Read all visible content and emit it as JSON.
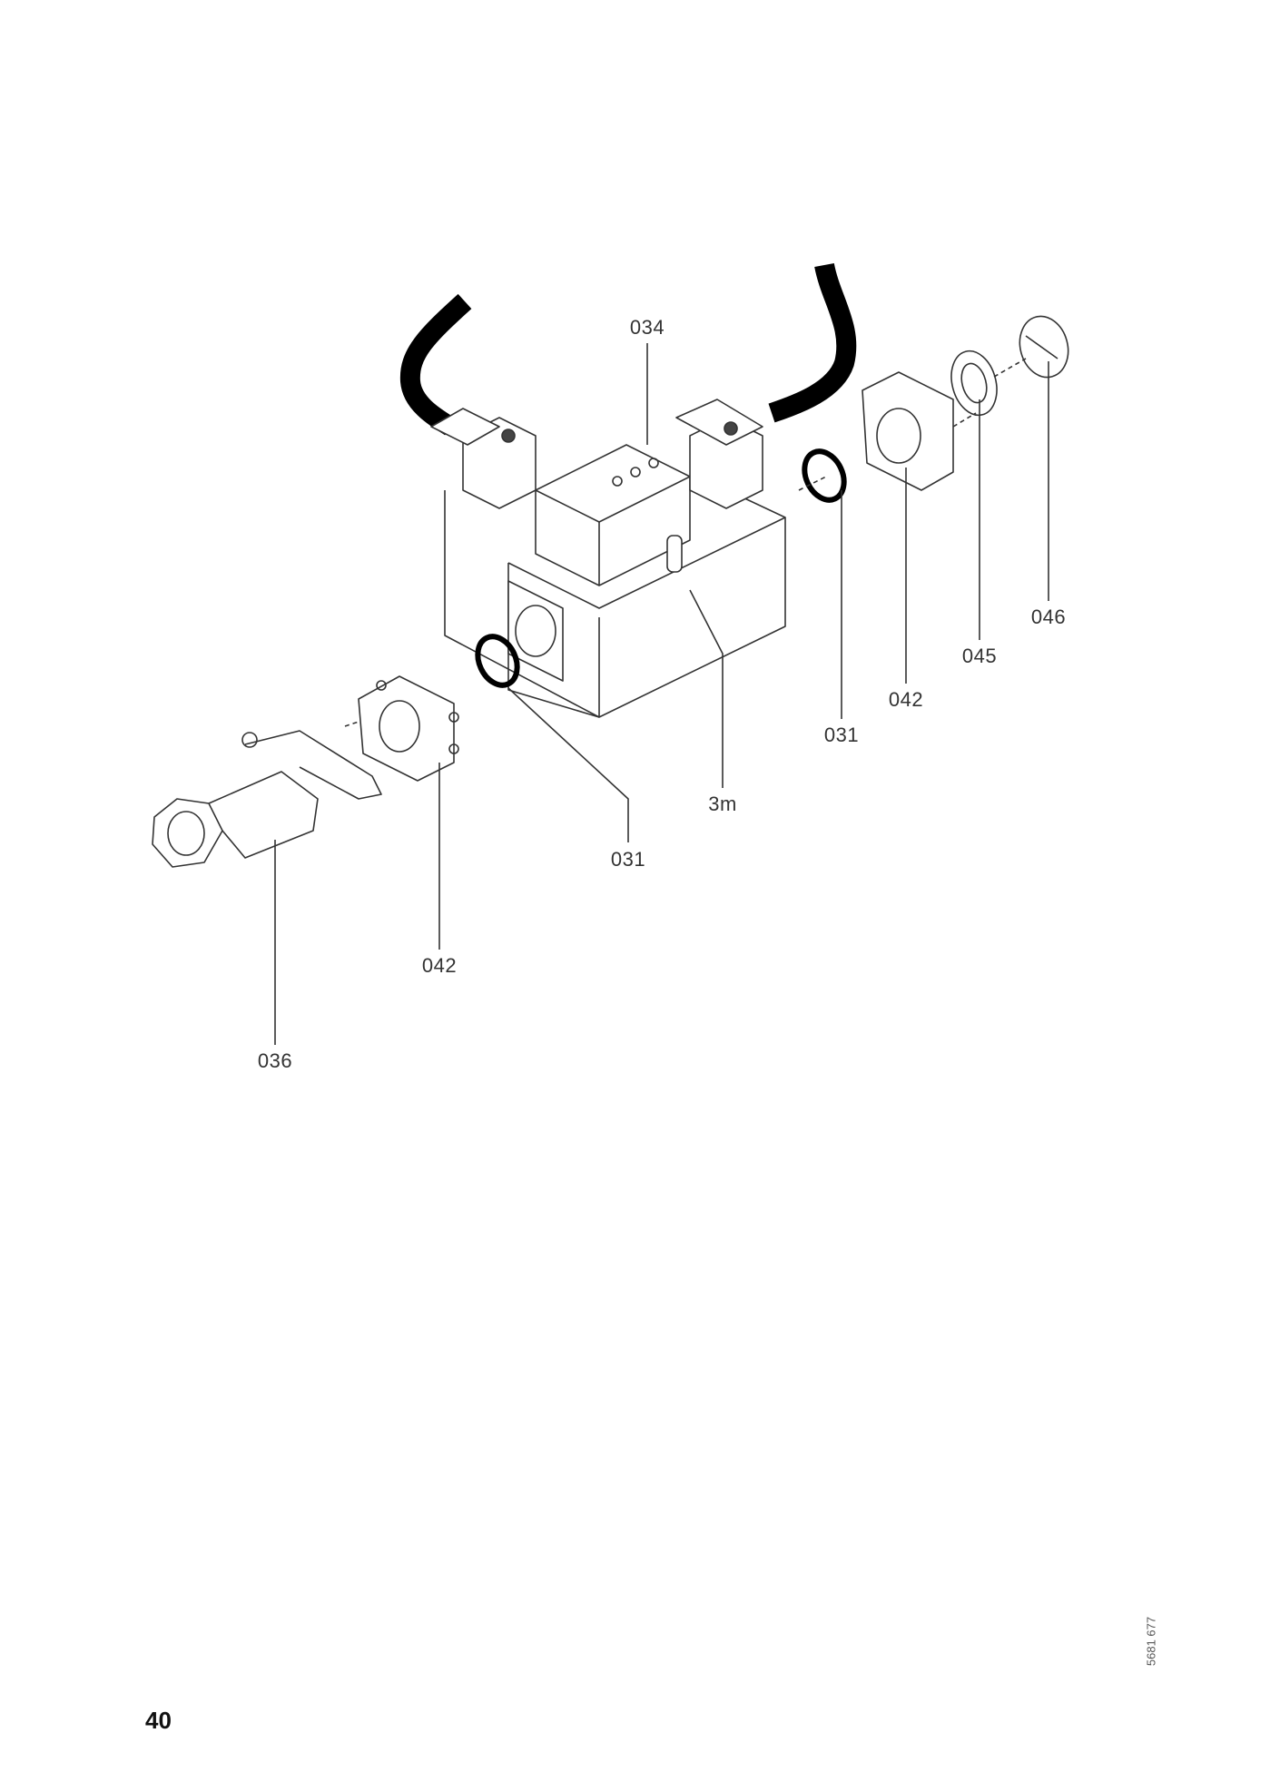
{
  "diagram": {
    "callouts": [
      {
        "id": "034",
        "label": "034"
      },
      {
        "id": "046",
        "label": "046"
      },
      {
        "id": "045",
        "label": "045"
      },
      {
        "id": "042-right",
        "label": "042"
      },
      {
        "id": "031-right",
        "label": "031"
      },
      {
        "id": "3m",
        "label": "3m"
      },
      {
        "id": "031-left",
        "label": "031"
      },
      {
        "id": "042-left",
        "label": "042"
      },
      {
        "id": "036",
        "label": "036"
      }
    ],
    "drawing_code": "5681 677"
  },
  "page_number": "40"
}
